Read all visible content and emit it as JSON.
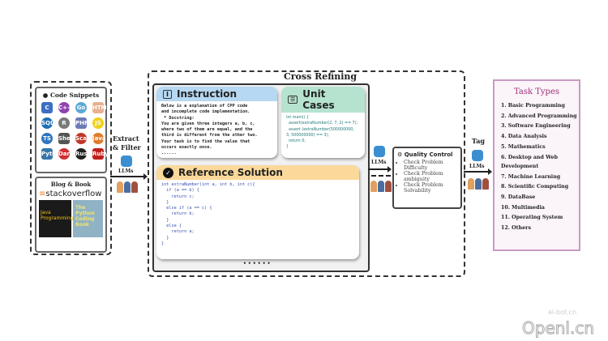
{
  "sources": {
    "code_snippets_title": "Code Snippets",
    "language_icons": [
      "C",
      "C++",
      "Go",
      "HTML",
      "SQL",
      "R",
      "PHP",
      "JS",
      "TS",
      "Shell",
      "Scala",
      "Java",
      "Python",
      "Dart",
      "Rust",
      "Ruby"
    ],
    "blog_book_title": "Blog & Book",
    "stackoverflow_logo": "stackoverflow",
    "book1": "Java Programming",
    "book2": "The Python Coding Book"
  },
  "extract": {
    "label": "Extract & Filter",
    "llms": "LLMs"
  },
  "cross_refining": {
    "title": "Cross Refining",
    "instruction": {
      "title": "Instruction",
      "text": "Below is a explanation of CPP code\nand incomplete code implementation.\n * Docstring:\nYou are given three integers a, b, c,\nwhere two of them are equal, and the\nthird is different from the other two.\nYour task is to find the value that\noccurs exactly once.\n......"
    },
    "unit_cases": {
      "title": "Unit Cases",
      "text": "int main() {\n  assert(extraNumber(2, 7, 2) == 7);\n  assert (extraNumber(500000000,\n3, 500000000) == 3);\n  return 0;\n}"
    },
    "reference": {
      "title": "Reference Solution",
      "text": "int extraNumber(int a, int b, int c){\n  if (a == b) {\n    return c;\n  }\n  else if (a == c) {\n    return b;\n  }\n  else {\n    return a;\n  }\n}"
    },
    "dots": "• • • • • •"
  },
  "quality": {
    "llms": "LLMs",
    "title": "Quality Control",
    "items": [
      "Check Problem Difficulty",
      "Check Problem ambiguity",
      "Check Problem Solvability"
    ]
  },
  "tag": {
    "label": "Tag",
    "llms": "LLMs"
  },
  "task_types": {
    "title": "Task Types",
    "items": [
      "1.  Basic Programming",
      "2.  Advanced Programming",
      "3.  Software Engineering",
      "4.  Data Analysis",
      "5.  Mathematics",
      "6.  Desktop and Web Development",
      "7.  Machine Learning",
      "8.  Scientific Computing",
      "9.  DataBase",
      "10. Multimedia",
      "11. Operating System",
      "12. Others"
    ]
  },
  "watermark": {
    "small": "ai-bot.cn",
    "large": "Openl.cn"
  }
}
